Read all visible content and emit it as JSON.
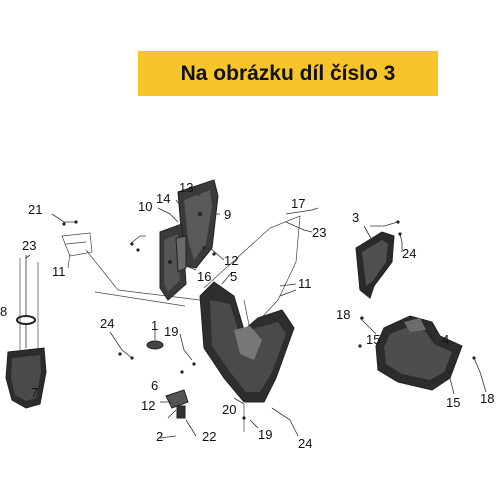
{
  "banner": {
    "text": "Na obrázku díl číslo 3",
    "color": "#f7c52a"
  },
  "callouts": {
    "p1": "1",
    "p2": "2",
    "p3": "3",
    "p4": "4",
    "p5": "5",
    "p6": "6",
    "p7": "7",
    "p8": "8",
    "p9": "9",
    "p10": "10",
    "p11a": "11",
    "p11b": "11",
    "p12a": "12",
    "p12b": "12",
    "p13": "13",
    "p14": "14",
    "p15a": "15",
    "p15b": "15",
    "p16": "16",
    "p17": "17",
    "p18a": "18",
    "p18b": "18",
    "p19a": "19",
    "p19b": "19",
    "p20": "20",
    "p21": "21",
    "p22": "22",
    "p23a": "23",
    "p23b": "23",
    "p24a": "24",
    "p24b": "24",
    "p24c": "24"
  }
}
